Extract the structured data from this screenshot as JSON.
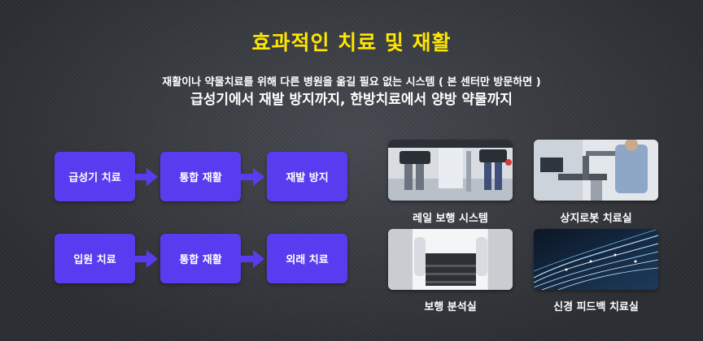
{
  "header": {
    "title": "효과적인 치료 및 재활",
    "subtitle_line1": "재활이나 약물치료를 위해 다른 병원을 옮길 필요 없는 시스템 ( 본 센터만 방문하면 )",
    "subtitle_line2": "급성기에서 재발 방지까지, 한방치료에서 양방 약물까지"
  },
  "flows": [
    {
      "steps": [
        "급성기 치료",
        "통합 재활",
        "재발 방지"
      ]
    },
    {
      "steps": [
        "입원 치료",
        "통합 재활",
        "외래 치료"
      ]
    }
  ],
  "photos": [
    {
      "caption": "레일 보행 시스템"
    },
    {
      "caption": "상지로봇 치료실"
    },
    {
      "caption": "보행 분석실"
    },
    {
      "caption": "신경 피드백 치료실"
    }
  ],
  "colors": {
    "title": "#ffe600",
    "box": "#5a3cf0",
    "background": "#3a3d44"
  }
}
